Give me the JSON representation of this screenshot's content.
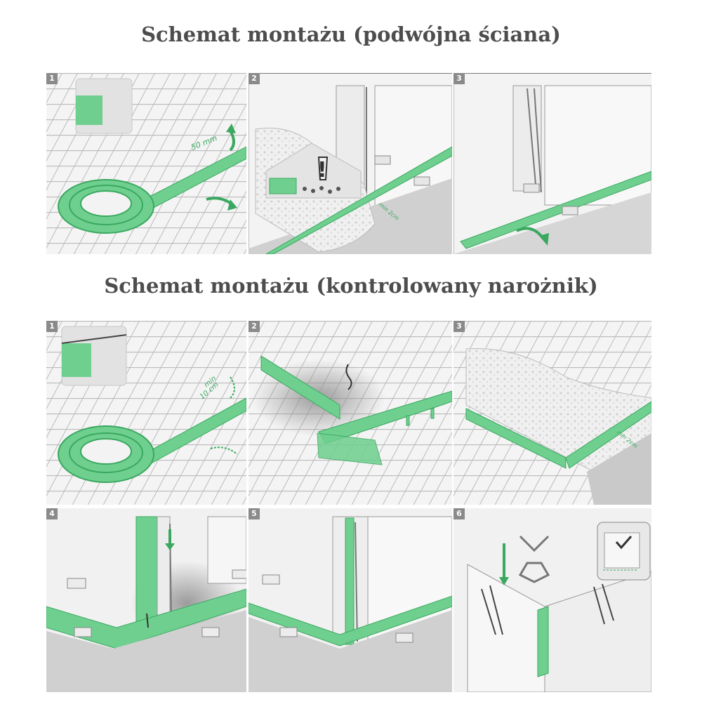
{
  "section_1": {
    "title": "Schemat montażu (podwójna ściana)",
    "panels": [
      {
        "number": "1",
        "annotation": "50 mm"
      },
      {
        "number": "2",
        "annotation": "min 2cm",
        "warning": "!"
      },
      {
        "number": "3"
      }
    ]
  },
  "section_2": {
    "title": "Schemat montażu (kontrolowany narożnik)",
    "panels": [
      {
        "number": "1",
        "annotation_line1": "min",
        "annotation_line2": "10 cm"
      },
      {
        "number": "2"
      },
      {
        "number": "3",
        "annotation": "min 2cm"
      },
      {
        "number": "4"
      },
      {
        "number": "5"
      },
      {
        "number": "6"
      }
    ]
  },
  "colors": {
    "tape": "#6fcf8f",
    "tape_dark": "#3aa860",
    "title": "#4d4d4d",
    "badge": "#8a8a8a",
    "wall": "#f1f1f1",
    "concrete": "#cfcfcf"
  }
}
